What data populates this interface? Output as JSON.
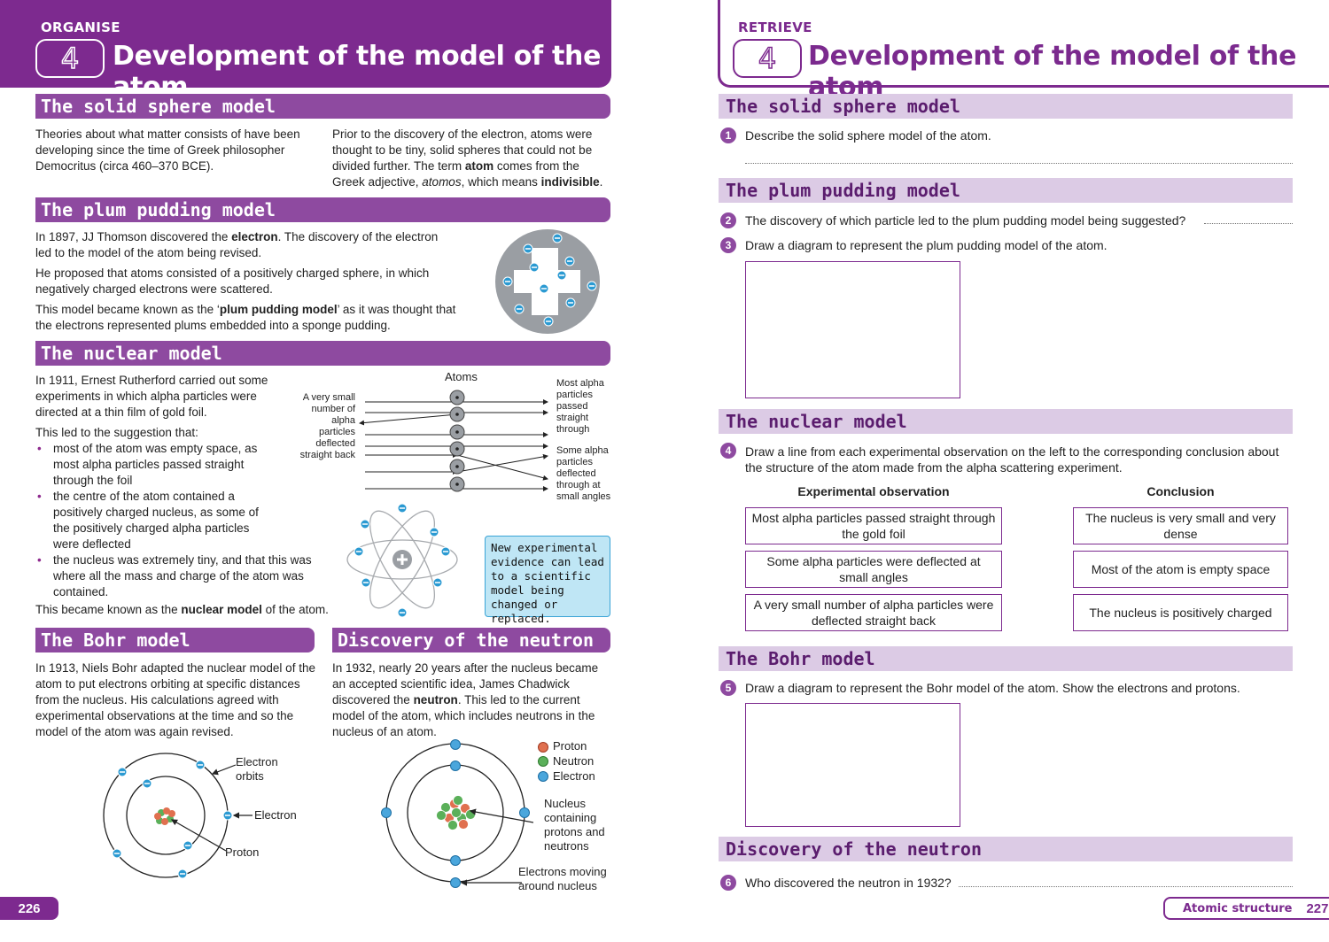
{
  "left_page": {
    "label": "ORGANISE",
    "number": "4",
    "title": "Development of the model of the atom",
    "page_number": "226",
    "solid_sphere": {
      "heading": "The solid sphere model",
      "col1": "Theories about what matter consists of have been developing since the time of Greek philosopher Democritus (circa 460–370 BCE).",
      "col2_a": "Prior to the discovery of the electron, atoms were thought to be tiny, solid spheres that could not be divided further. The term ",
      "col2_b": "atom",
      "col2_c": " comes from the Greek adjective, ",
      "col2_d": "atomos",
      "col2_e": ", which means ",
      "col2_f": "indivisible",
      "col2_g": "."
    },
    "plum_pudding": {
      "heading": "The plum pudding model",
      "p1_a": "In 1897, JJ Thomson discovered the ",
      "p1_b": "electron",
      "p1_c": ". The discovery of the electron led to the model of the atom being revised.",
      "p2": "He proposed that atoms consisted of a positively charged sphere, in which negatively charged electrons were scattered.",
      "p3_a": "This model became known as the ‘",
      "p3_b": "plum pudding model",
      "p3_c": "’ as it was thought that the electrons represented plums embedded into a sponge pudding."
    },
    "nuclear": {
      "heading": "The nuclear model",
      "p1": "In 1911, Ernest Rutherford carried out some experiments in which alpha particles were directed at a thin film of gold foil.",
      "p2": "This led to the suggestion that:",
      "bullets": [
        "most of the atom was empty space, as most alpha particles passed straight through the foil",
        "the centre of the atom contained a positively charged nucleus, as some of the positively charged alpha particles were deflected",
        "the nucleus was extremely tiny, and that this was where all the mass and charge of the atom was contained."
      ],
      "p3_a": "This became known as the ",
      "p3_b": "nuclear model",
      "p3_c": " of the atom.",
      "diagram": {
        "atoms_label": "Atoms",
        "left_label": "A very small number of alpha particles deflected straight back",
        "right_top": "Most alpha particles passed straight through",
        "right_bottom": "Some alpha particles deflected through at small angles"
      },
      "callout": "New experimental evidence can lead to a scientific model being changed or replaced."
    },
    "bohr": {
      "heading": "The Bohr model",
      "text": "In 1913, Niels Bohr adapted the nuclear model of the atom to put electrons orbiting at specific distances from the nucleus. His calculations agreed with experimental observations at the time and so the model of the atom was again revised.",
      "labels": {
        "orbits": "Electron orbits",
        "electron": "Electron",
        "proton": "Proton"
      }
    },
    "neutron": {
      "heading": "Discovery of the neutron",
      "text_a": "In 1932, nearly 20 years after the nucleus became an accepted scientific idea, James Chadwick discovered the ",
      "text_b": "neutron",
      "text_c": ". This led to the current model of the atom, which includes neutrons in the nucleus of an atom.",
      "legend": [
        "Proton",
        "Neutron",
        "Electron"
      ],
      "nucleus_label": "Nucleus containing protons and neutrons",
      "electrons_label": "Electrons moving around nucleus"
    }
  },
  "right_page": {
    "label": "RETRIEVE",
    "number": "4",
    "title": "Development of the model of the atom",
    "footer_section": "Atomic structure",
    "page_number": "227",
    "sections": {
      "solid": "The solid sphere model",
      "plum": "The plum pudding model",
      "nuclear": "The nuclear model",
      "bohr": "The Bohr model",
      "neutron": "Discovery of the neutron"
    },
    "questions": [
      {
        "n": "1",
        "text": "Describe the solid sphere model of the atom."
      },
      {
        "n": "2",
        "text": "The discovery of which particle led to the plum pudding model being suggested?"
      },
      {
        "n": "3",
        "text": "Draw a diagram to represent the plum pudding model of the atom."
      },
      {
        "n": "4",
        "text": "Draw a line from each experimental observation on the left to the corresponding conclusion about the structure of the atom made from the alpha scattering experiment."
      },
      {
        "n": "5",
        "text": "Draw a diagram to represent the Bohr model of the atom. Show the electrons and protons."
      },
      {
        "n": "6",
        "text": "Who discovered the neutron in 1932?"
      }
    ],
    "matching": {
      "col_left": "Experimental observation",
      "col_right": "Conclusion",
      "observations": [
        "Most alpha particles passed straight through the gold foil",
        "Some alpha particles were deflected at small angles",
        "A very small number of alpha particles were deflected straight back"
      ],
      "conclusions": [
        "The nucleus is very small and very dense",
        "Most of the atom is empty space",
        "The nucleus is positively charged"
      ]
    }
  },
  "colors": {
    "purple": "#7d2a8f",
    "bar_light": "#dccbe5",
    "callout": "#bfe6f5"
  }
}
